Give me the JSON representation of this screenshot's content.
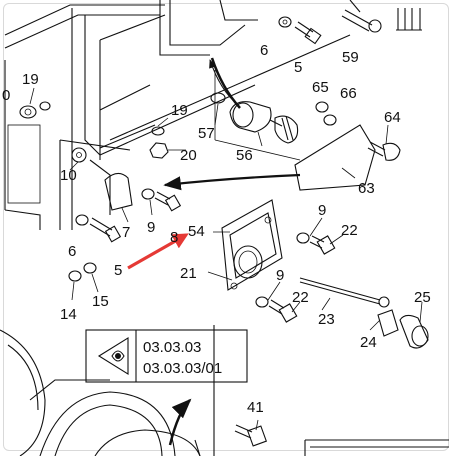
{
  "diagram": {
    "part_labels": [
      {
        "id": "lbl-6-top",
        "text": "6"
      },
      {
        "id": "lbl-5-top",
        "text": "5"
      },
      {
        "id": "lbl-59",
        "text": "59"
      },
      {
        "id": "lbl-19-left",
        "text": "19"
      },
      {
        "id": "lbl-0-edge",
        "text": "0"
      },
      {
        "id": "lbl-65",
        "text": "65"
      },
      {
        "id": "lbl-66",
        "text": "66"
      },
      {
        "id": "lbl-19-mid",
        "text": "19"
      },
      {
        "id": "lbl-57",
        "text": "57"
      },
      {
        "id": "lbl-64",
        "text": "64"
      },
      {
        "id": "lbl-20",
        "text": "20"
      },
      {
        "id": "lbl-56",
        "text": "56"
      },
      {
        "id": "lbl-10",
        "text": "10"
      },
      {
        "id": "lbl-63",
        "text": "63"
      },
      {
        "id": "lbl-9-left",
        "text": "9"
      },
      {
        "id": "lbl-7",
        "text": "7"
      },
      {
        "id": "lbl-8",
        "text": "8"
      },
      {
        "id": "lbl-54",
        "text": "54"
      },
      {
        "id": "lbl-9-right",
        "text": "9"
      },
      {
        "id": "lbl-22-top",
        "text": "22"
      },
      {
        "id": "lbl-6-left",
        "text": "6"
      },
      {
        "id": "lbl-5-left",
        "text": "5"
      },
      {
        "id": "lbl-21",
        "text": "21"
      },
      {
        "id": "lbl-9-lower",
        "text": "9"
      },
      {
        "id": "lbl-14",
        "text": "14"
      },
      {
        "id": "lbl-15",
        "text": "15"
      },
      {
        "id": "lbl-22-lower",
        "text": "22"
      },
      {
        "id": "lbl-25",
        "text": "25"
      },
      {
        "id": "lbl-23",
        "text": "23"
      },
      {
        "id": "lbl-24",
        "text": "24"
      },
      {
        "id": "lbl-41",
        "text": "41"
      }
    ],
    "reference_box": {
      "line1": "03.03.03",
      "line2": "03.03.03/01",
      "icon": "eye-view-icon"
    },
    "colors": {
      "highlight_arrow": "#e53935",
      "line": "#111111"
    }
  }
}
